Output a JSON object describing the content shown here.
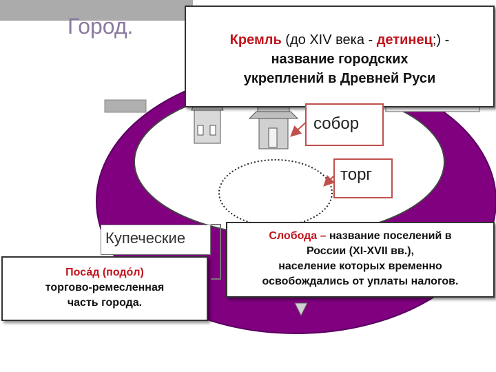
{
  "title": "Город.",
  "kremlin_callout": {
    "term": "Кремль",
    "part1": " (до XIV века - ",
    "term2": "детинец",
    "part2": ";) -",
    "line2": "название городских",
    "line3": "укреплений в Древней Руси"
  },
  "labels": {
    "sobor": "собор",
    "torg": "торг",
    "kupech": "Купеческие"
  },
  "posad_callout": {
    "term": "Поса́д (подо́л)",
    "line2": "торгово-ремесленная",
    "line3": "часть города."
  },
  "sloboda_callout": {
    "term": "Слобода –",
    "part1": " название поселений в",
    "line2": "России (XI-XVII вв.),",
    "line3": "население которых временно",
    "line4": "освобождались от уплаты налогов."
  },
  "colors": {
    "ring": "#800080",
    "accent": "#c0141c",
    "label_border": "#c0504d",
    "arrow": "#c0504d"
  }
}
